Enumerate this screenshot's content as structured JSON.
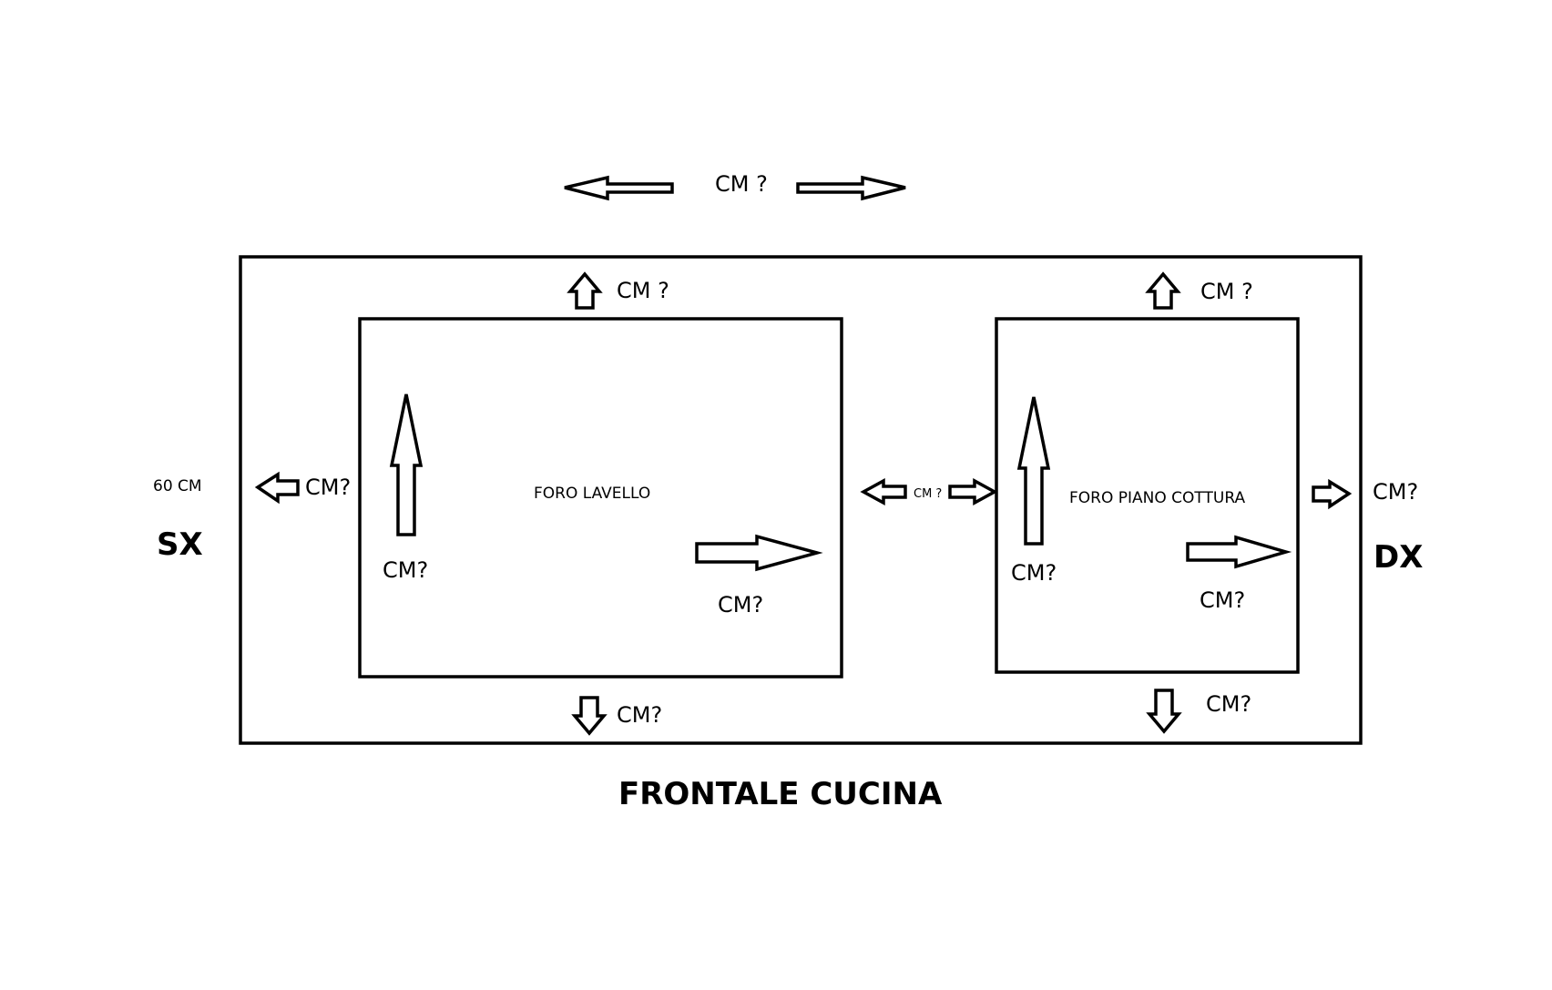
{
  "diagram": {
    "title": "FRONTALE CUCINA",
    "left_side": {
      "label": "SX",
      "depth": "60 CM"
    },
    "right_side": {
      "label": "DX"
    },
    "top_width_label": "CM ?",
    "sink": {
      "label": "FORO LAVELLO",
      "top_gap": "CM ?",
      "bottom_gap": "CM?",
      "left_gap": "CM?",
      "height": "CM?",
      "width": "CM?"
    },
    "between_gap": "CM ?",
    "hob": {
      "label": "FORO PIANO COTTURA",
      "top_gap": "CM ?",
      "bottom_gap": "CM?",
      "right_gap": "CM?",
      "height": "CM?",
      "width": "CM?"
    }
  },
  "colors": {
    "line": "#000000",
    "background": "#ffffff"
  }
}
